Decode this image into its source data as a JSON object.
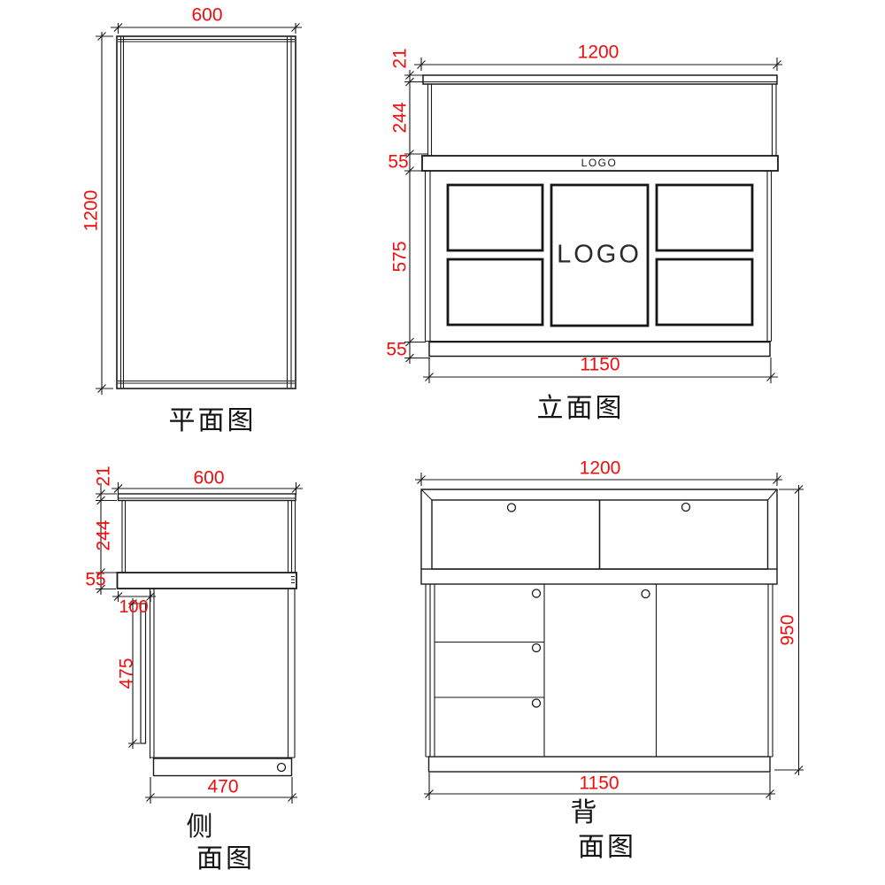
{
  "page": {
    "background": "#ffffff"
  },
  "drawing": {
    "colors": {
      "line": "#1a1a1a",
      "panel_line": "#161616",
      "dimension_text": "#f20d0d"
    },
    "plan": {
      "title": "平面图",
      "dim_width": "600",
      "dim_depth": "1200"
    },
    "elevation": {
      "title": "立面图",
      "dim_width": "1200",
      "dim_top_thickness": "21",
      "dim_glass_height": "244",
      "dim_band_height": "55",
      "dim_body_height": "575",
      "dim_base_height": "55",
      "dim_base_width": "1150",
      "band_logo": "LOGO",
      "panel_logo": "LOGO"
    },
    "side": {
      "title_line1": "侧",
      "title_line2": "面图",
      "dim_width": "600",
      "dim_top_thickness": "21",
      "dim_glass_height": "244",
      "dim_band_height": "55",
      "dim_front_offset": "100",
      "dim_door_height": "475",
      "dim_base_width": "470"
    },
    "back": {
      "title_line1": "背",
      "title_line2": "面图",
      "dim_width": "1200",
      "dim_height": "950",
      "dim_base_width": "1150"
    }
  }
}
